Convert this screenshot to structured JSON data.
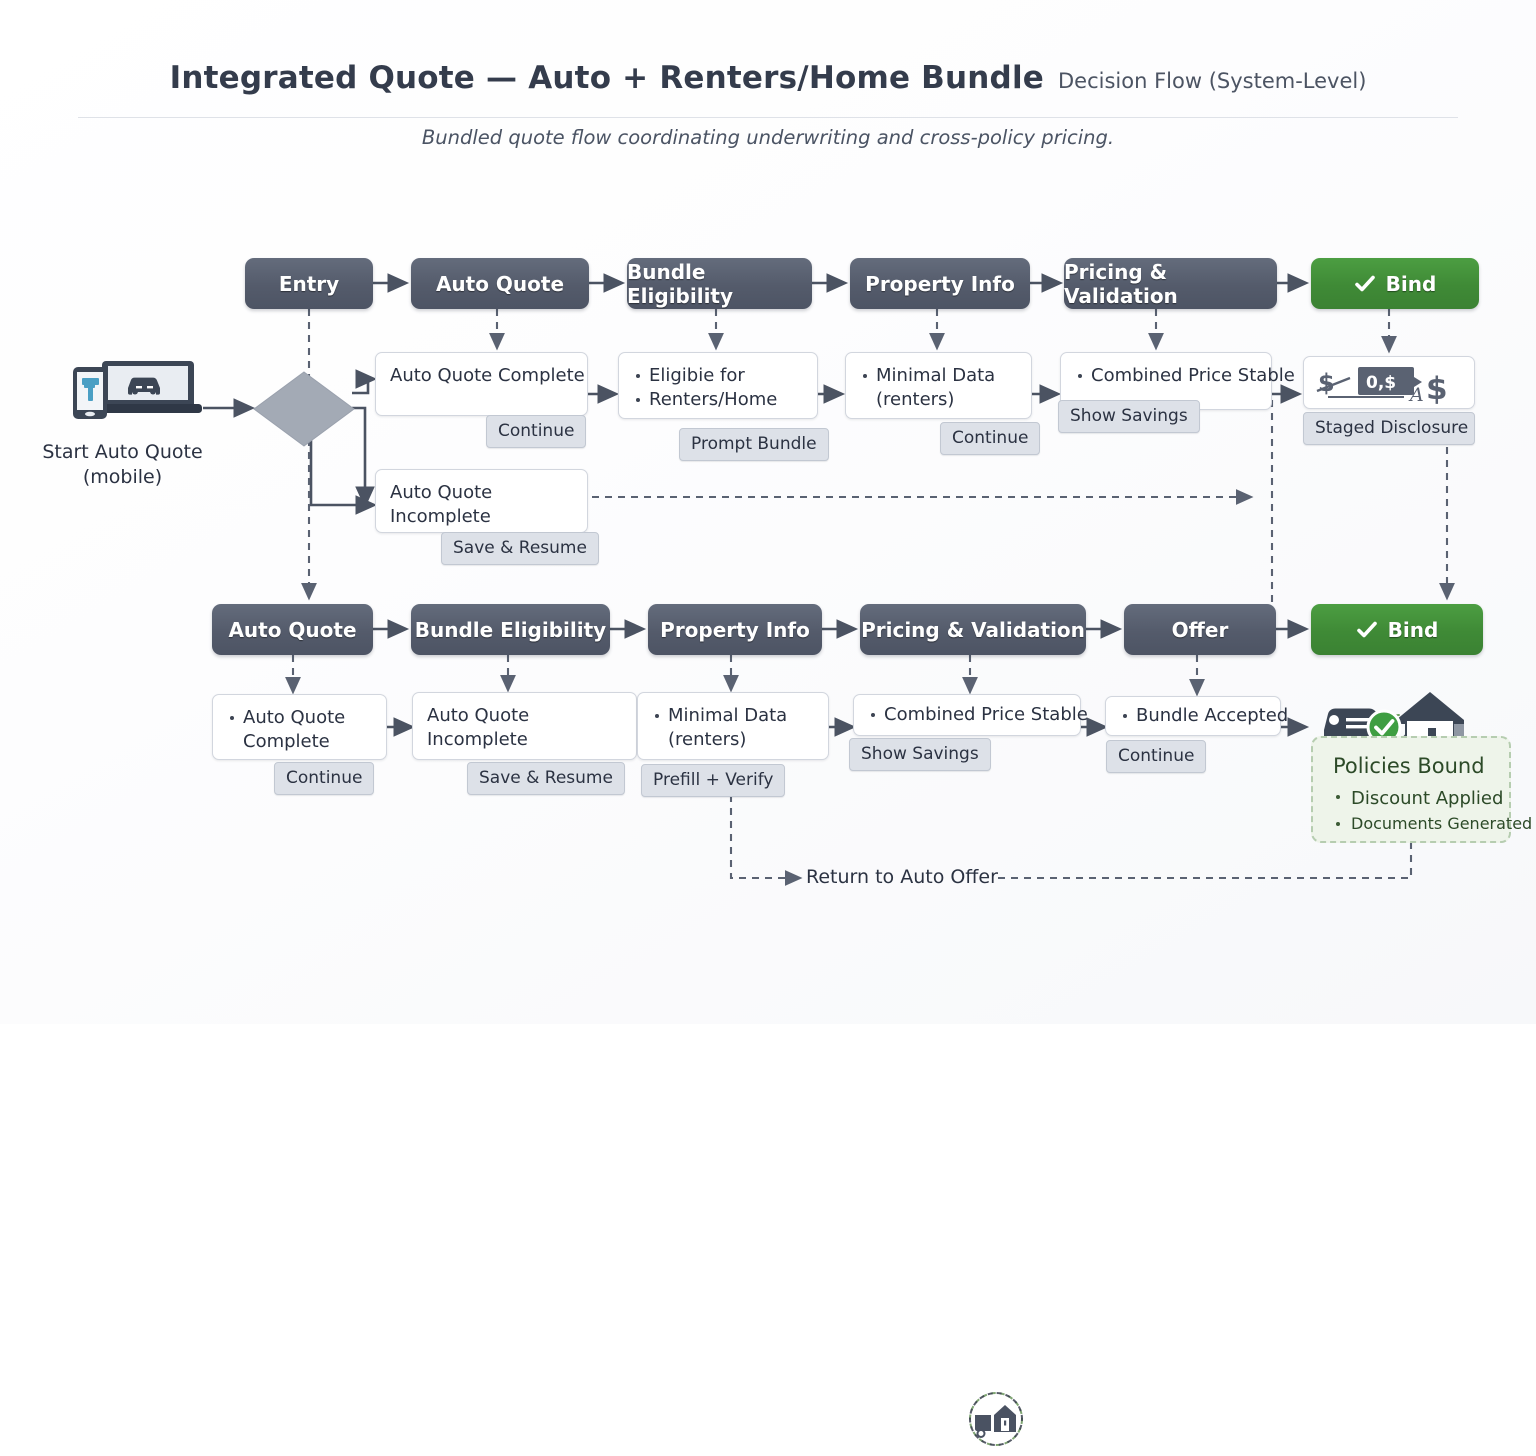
{
  "header": {
    "title_main": "Integrated Quote — Auto + Renters/Home Bundle",
    "title_sub": "Decision Flow (System-Level)",
    "subtitle": "Bundled quote flow coordinating underwriting and cross-policy pricing."
  },
  "start": {
    "label_line1": "Start Auto Quote",
    "label_line2": "(mobile)",
    "icon": "mobile-and-laptop-car-icon"
  },
  "colors": {
    "stage_dark": "#545b6b",
    "stage_green": "#3f8a36",
    "pill_bg": "#dde1e8",
    "bound_bg": "#eef4ea",
    "bound_border": "#b6cdb0",
    "text": "#2b3242"
  },
  "row1": {
    "stages": [
      {
        "label": "Entry",
        "check": false
      },
      {
        "label": "Auto Quote",
        "check": false
      },
      {
        "label": "Bundle Eligibility",
        "check": false
      },
      {
        "label": "Property Info",
        "check": false
      },
      {
        "label": "Pricing & Validation",
        "check": false
      },
      {
        "label": "Bind",
        "check": true
      }
    ],
    "cards": [
      {
        "lines": [
          "Auto Quote Complete"
        ],
        "bullets": [
          false
        ],
        "pill": "Continue",
        "icon": null
      },
      {
        "lines": [
          "Auto Quote",
          "Incomplete"
        ],
        "bullets": [
          false,
          false
        ],
        "pill": "Save & Resume",
        "icon": null
      },
      {
        "lines": [
          "Eligibie for",
          "Renters/Home"
        ],
        "bullets": [
          true,
          true
        ],
        "pill": "Prompt Bundle",
        "icon": "house-duo-icon"
      },
      {
        "lines": [
          "Minimal Data",
          "(renters)"
        ],
        "bullets": [
          true,
          false
        ],
        "pill": "Continue",
        "icon": null
      },
      {
        "lines": [
          "Combined Price Stable"
        ],
        "bullets": [
          true
        ],
        "pill": "Show Savings",
        "icon": null
      },
      {
        "lines": [],
        "bullets": [],
        "pill": "Staged Disclosure",
        "icon": "money-discount-icon"
      }
    ]
  },
  "row2": {
    "stages": [
      {
        "label": "Auto Quote",
        "check": false
      },
      {
        "label": "Bundle Eligibility",
        "check": false
      },
      {
        "label": "Property Info",
        "check": false
      },
      {
        "label": "Pricing & Validation",
        "check": false
      },
      {
        "label": "Offer",
        "check": false
      },
      {
        "label": "Bind",
        "check": true
      }
    ],
    "cards": [
      {
        "lines": [
          "Auto Quote",
          "Complete"
        ],
        "bullets": [
          true,
          false
        ],
        "pill": "Continue",
        "icon": null
      },
      {
        "lines": [
          "Auto Quote",
          "Incomplete"
        ],
        "bullets": [
          false,
          false
        ],
        "pill": "Save & Resume",
        "icon": "trailer-house-icon"
      },
      {
        "lines": [
          "Minimal Data",
          "(renters)"
        ],
        "bullets": [
          true,
          false
        ],
        "pill": "Prefill + Verify",
        "icon": null
      },
      {
        "lines": [
          "Combined Price Stable"
        ],
        "bullets": [
          true
        ],
        "pill": "Show Savings",
        "icon": null
      },
      {
        "lines": [
          "Bundle Accepted"
        ],
        "bullets": [
          true
        ],
        "pill": "Continue",
        "icon": null
      }
    ]
  },
  "bound": {
    "icon": "car-house-check-icon",
    "title": "Policies Bound",
    "items": [
      "Discount Applied",
      "Documents Generated"
    ]
  },
  "return_label": "Return to Auto Offer",
  "decision": {
    "name": "decision-diamond"
  }
}
